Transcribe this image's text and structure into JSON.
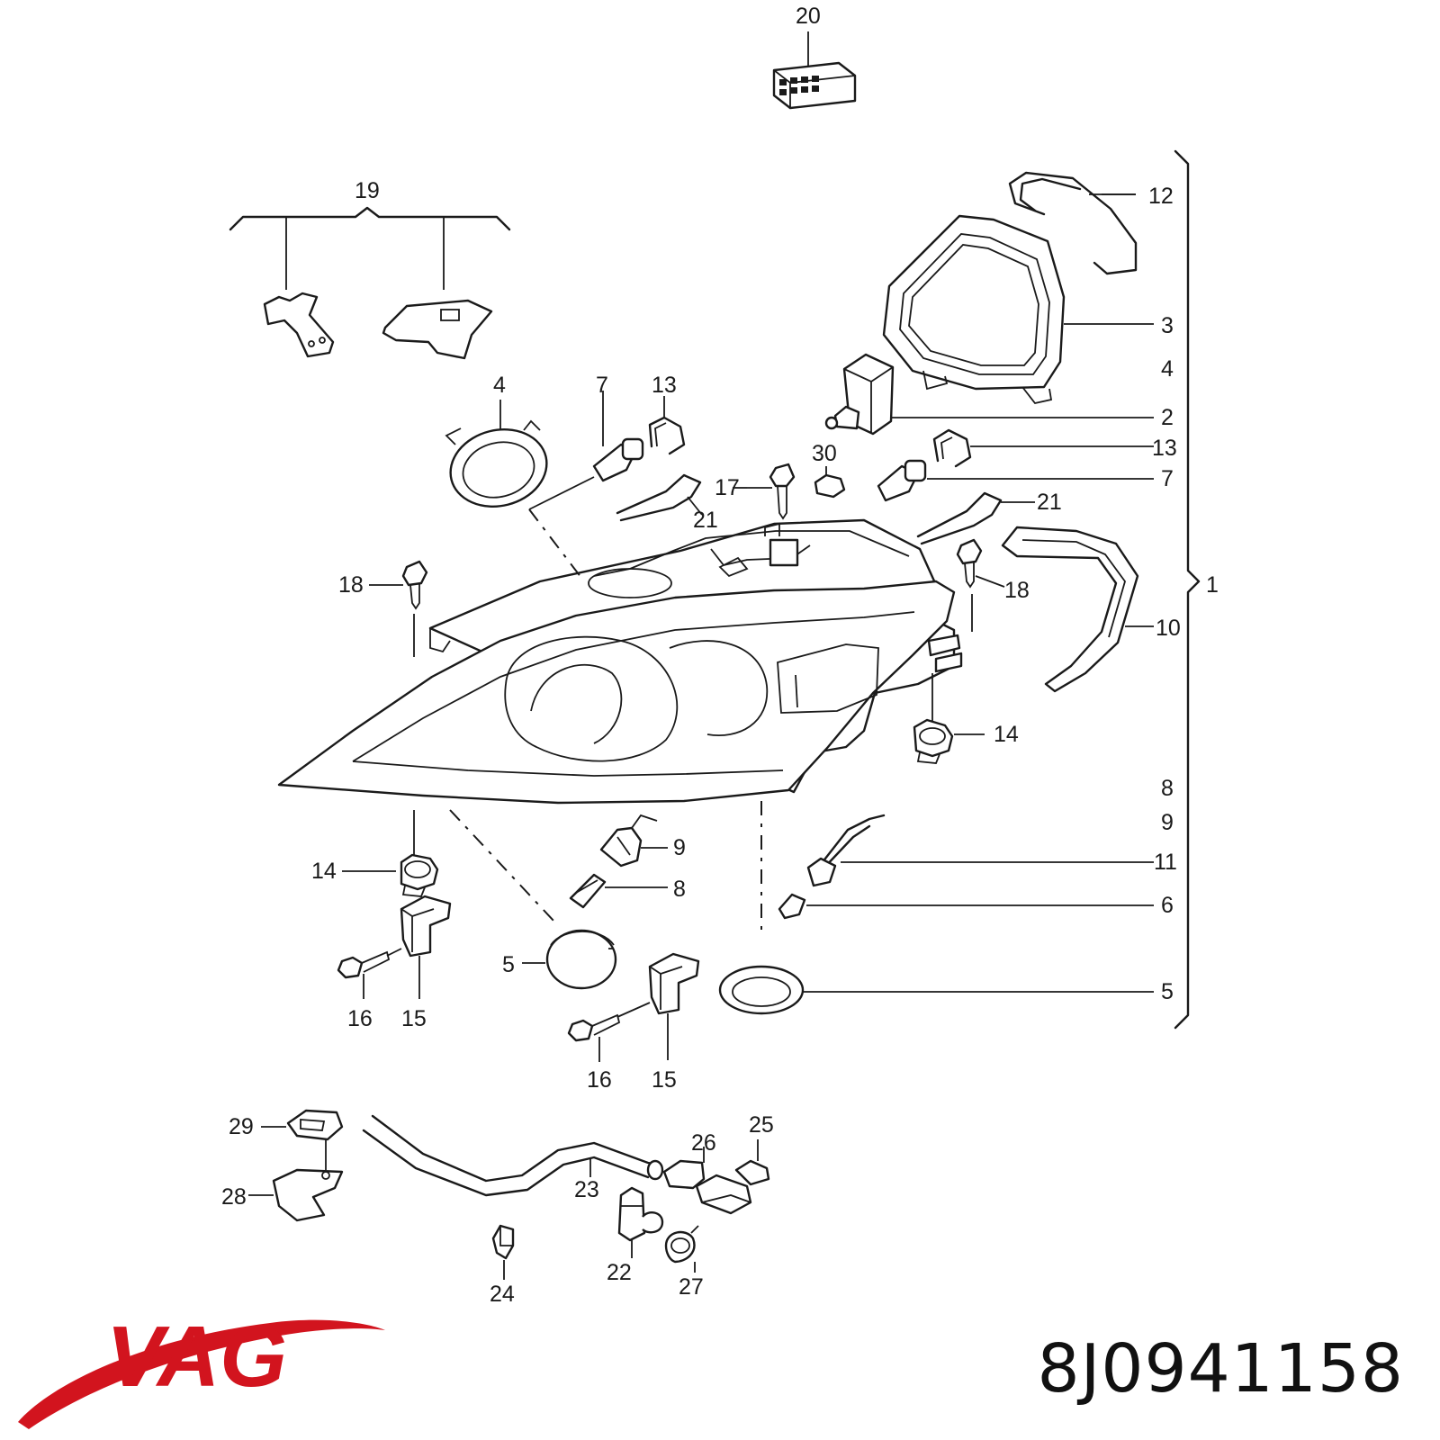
{
  "brand": {
    "name": "VAG",
    "color": "#d2141e"
  },
  "part_number": "8J0941158",
  "callouts": {
    "c20": "20",
    "c19": "19",
    "c12": "12",
    "c3": "3",
    "c4a": "4",
    "c4b": "4",
    "c2": "2",
    "c7a": "7",
    "c7b": "7",
    "c13a": "13",
    "c13b": "13",
    "c17": "17",
    "c30": "30",
    "c21a": "21",
    "c21b": "21",
    "c18a": "18",
    "c18b": "18",
    "c1": "1",
    "c10": "10",
    "c14a": "14",
    "c14b": "14",
    "c8a": "8",
    "c8b": "8",
    "c9a": "9",
    "c9b": "9",
    "c11": "11",
    "c6": "6",
    "c5a": "5",
    "c5b": "5",
    "c16a": "16",
    "c16b": "16",
    "c15a": "15",
    "c15b": "15",
    "c29": "29",
    "c28": "28",
    "c23": "23",
    "c26": "26",
    "c25": "25",
    "c22": "22",
    "c24": "24",
    "c27": "27"
  }
}
